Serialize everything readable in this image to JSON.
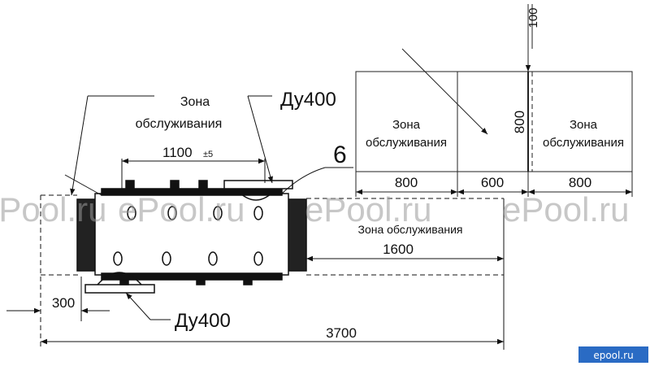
{
  "labels": {
    "zone_top_left": [
      "Зона",
      "обслуживания"
    ],
    "du_top": "Ду400",
    "dim_1100": "1100",
    "dim_1100_tol": "±5",
    "item_6": "6",
    "zone_box_left": [
      "Зона",
      "обслуживания"
    ],
    "zone_box_right": [
      "Зона",
      "обслуживания"
    ],
    "dim_800_vertical": "800",
    "dim_100": "100",
    "dim_800_a": "800",
    "dim_600": "600",
    "dim_800_b": "800",
    "zone_bottom": "Зона обслуживания",
    "dim_1600": "1600",
    "dim_300": "300",
    "du_bottom": "Ду400",
    "dim_3700": "3700"
  },
  "watermark": "ePool.ru",
  "logo": "epool.ru"
}
